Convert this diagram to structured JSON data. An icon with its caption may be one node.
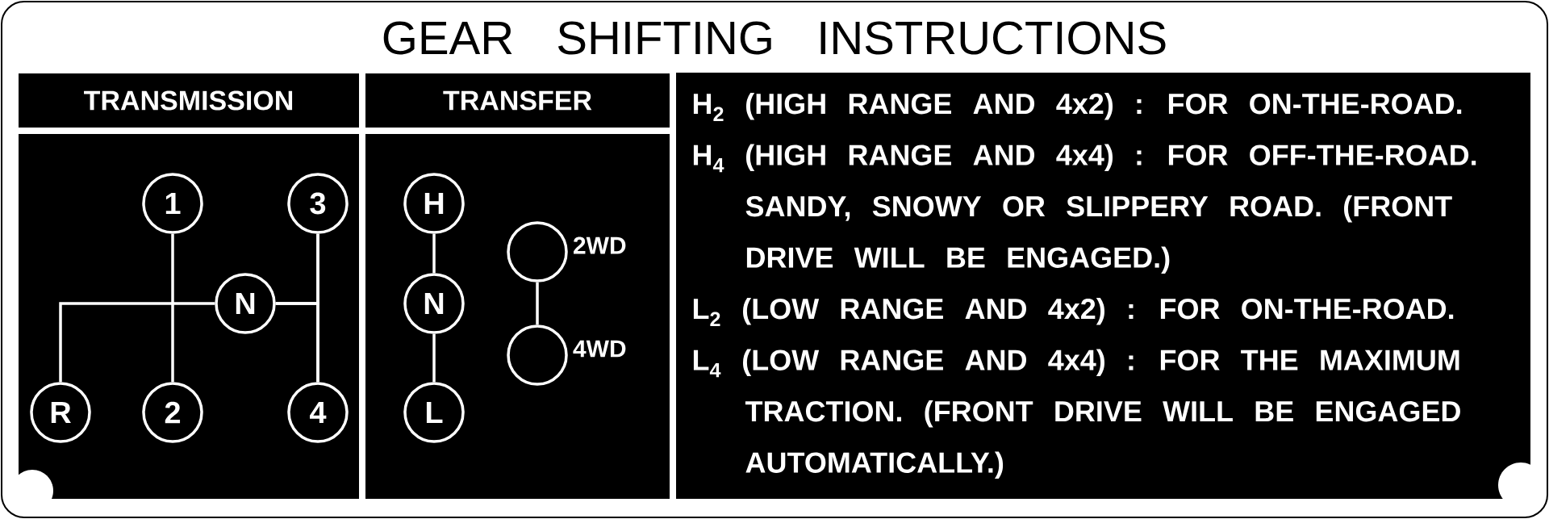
{
  "diagram": {
    "title": "GEAR SHIFTING INSTRUCTIONS",
    "nodes": [
      {
        "text": [
          "TRANSMISSION"
        ]
      },
      {
        "text": [
          "TRANSFER"
        ]
      },
      {
        "text": [
          "H$_{2}$ (HIGH RANGE AND 4x2) : FOR ON-THE-ROAD.",
          "H$_{4}$ (HIGH RANGE AND 4x4) : FOR OFF-THE-ROAD. SANDY, SNOWY OR SLIPPERY ROAD. (FRONT DRIVE WILL BE ENGAGED.)",
          "L$_{2}$ (LOW RANGE AND 4x2) : FOR ON-THE-ROAD.",
          "L$_{4}$ (LOW RANGE AND 4x4) : FOR THE MAXIMUM TRACTION. (FRONT DRIVE WILL BE ENGAGED AUTOMATICALLY.)"
        ]
      },
      {
        "text": [],
        "shape": "box"
      },
      {
        "text": [
          "1"
        ],
        "in": 3
      },
      {
        "text": [
          "3"
        ],
        "in": 3
      },
      {
        "text": [
          "N"
        ],
        "in": 3
      },
      {
        "text": [
          "R"
        ],
        "in": 3
      },
      {
        "text": [
          "2"
        ],
        "in": 3
      },
      {
        "text": [
          "4"
        ],
        "in": 3
      },
      {
        "text": [],
        "shape": "box"
      },
      {
        "text": [
          "H"
        ],
        "in": 10
      },
      {
        "text": [],
        "shape": "circle",
        "beside": [
          "2WD"
        ],
        "in": 10
      },
      {
        "text": [
          "N"
        ],
        "in": 10
      },
      {
        "text": [],
        "shape": "circle",
        "beside": [
          "4WD"
        ],
        "in": 10
      },
      {
        "text": [
          "L"
        ],
        "in": 10
      }
    ],
    "edges": [
      {
        "from": 4,
        "to": 8,
        "arrow": "none"
      },
      {
        "from": 5,
        "to": 9,
        "arrow": "none"
      },
      {
        "from": 7,
        "to": 6,
        "arrow": "none"
      },
      {
        "from": 6,
        "to": 5,
        "arrow": "none"
      },
      {
        "from": 6,
        "to": 9,
        "arrow": "none"
      },
      {
        "from": 11,
        "to": 13,
        "arrow": "none"
      },
      {
        "from": 13,
        "to": 15,
        "arrow": "none"
      },
      {
        "from": 12,
        "to": 14,
        "arrow": "none"
      }
    ]
  }
}
